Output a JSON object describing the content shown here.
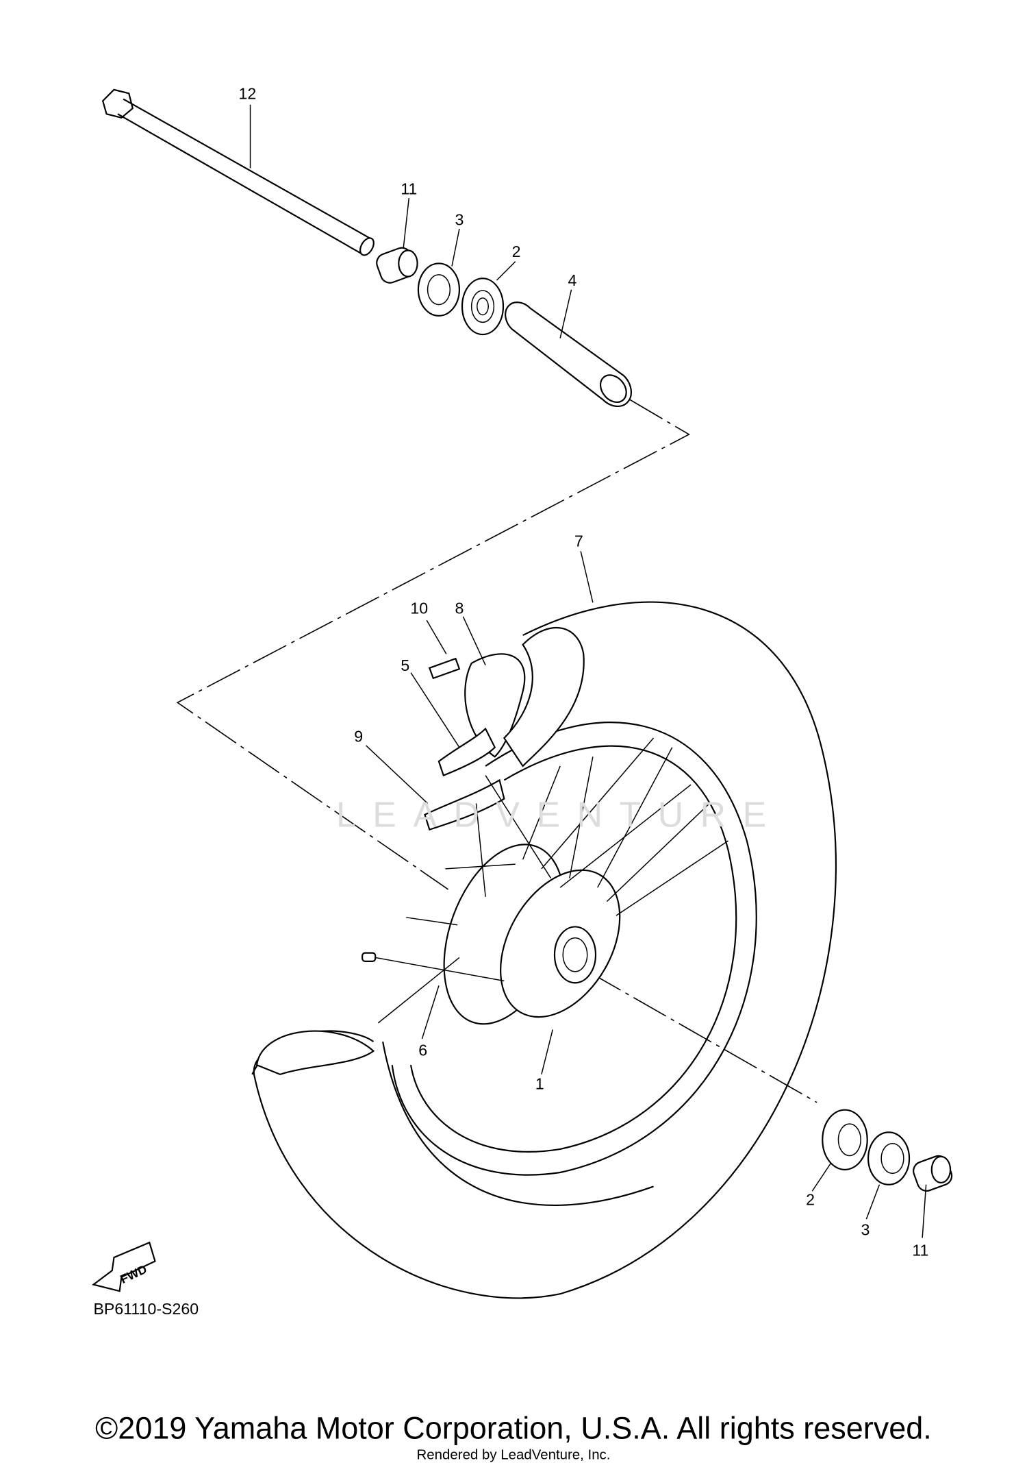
{
  "diagram": {
    "callouts": [
      "12",
      "11",
      "3",
      "2",
      "4",
      "7",
      "10",
      "8",
      "5",
      "9",
      "6",
      "1",
      "2",
      "3",
      "11"
    ],
    "fwd_label": "FWD",
    "diagram_code": "BP61110-S260",
    "watermark": "LEADVENTURE",
    "copyright": "©2019 Yamaha Motor Corporation, U.S.A. All rights reserved.",
    "rendered_by": "Rendered by LeadVenture, Inc."
  }
}
